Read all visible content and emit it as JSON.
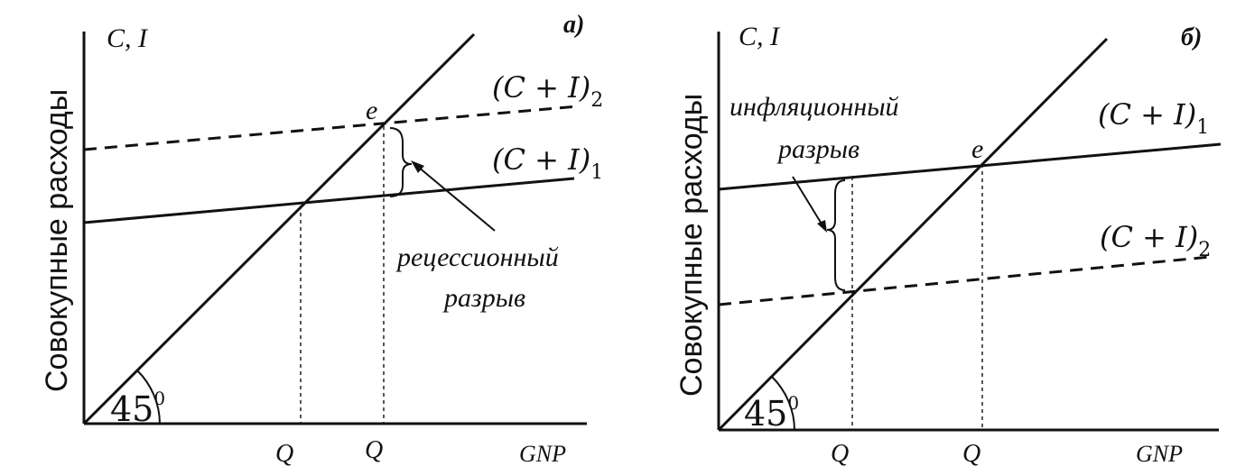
{
  "panels": [
    {
      "id": "a",
      "letter": "а)",
      "y_axis_label": "Совокупные расходы",
      "y_axis_symbol": "C, I",
      "x_axis_label": "GNP",
      "angle_label": "45",
      "angle_sup": "0",
      "equilibrium_label": "e",
      "line_labels": {
        "top_main": "(C + I)",
        "top_sub": "2",
        "bottom_main": "(C + I)",
        "bottom_sub": "1"
      },
      "gap_label": [
        "рецессионный",
        "разрыв"
      ],
      "q_labels": [
        "Q",
        "Q"
      ]
    },
    {
      "id": "b",
      "letter": "б)",
      "y_axis_label": "Совокупные расходы",
      "y_axis_symbol": "C, I",
      "x_axis_label": "GNP",
      "angle_label": "45",
      "angle_sup": "0",
      "equilibrium_label": "e",
      "line_labels": {
        "top_main": "(C + I)",
        "top_sub": "1",
        "bottom_main": "(C + I)",
        "bottom_sub": "2"
      },
      "gap_label": [
        "инфляционный",
        "разрыв"
      ],
      "q_labels": [
        "Q",
        "Q"
      ]
    }
  ]
}
